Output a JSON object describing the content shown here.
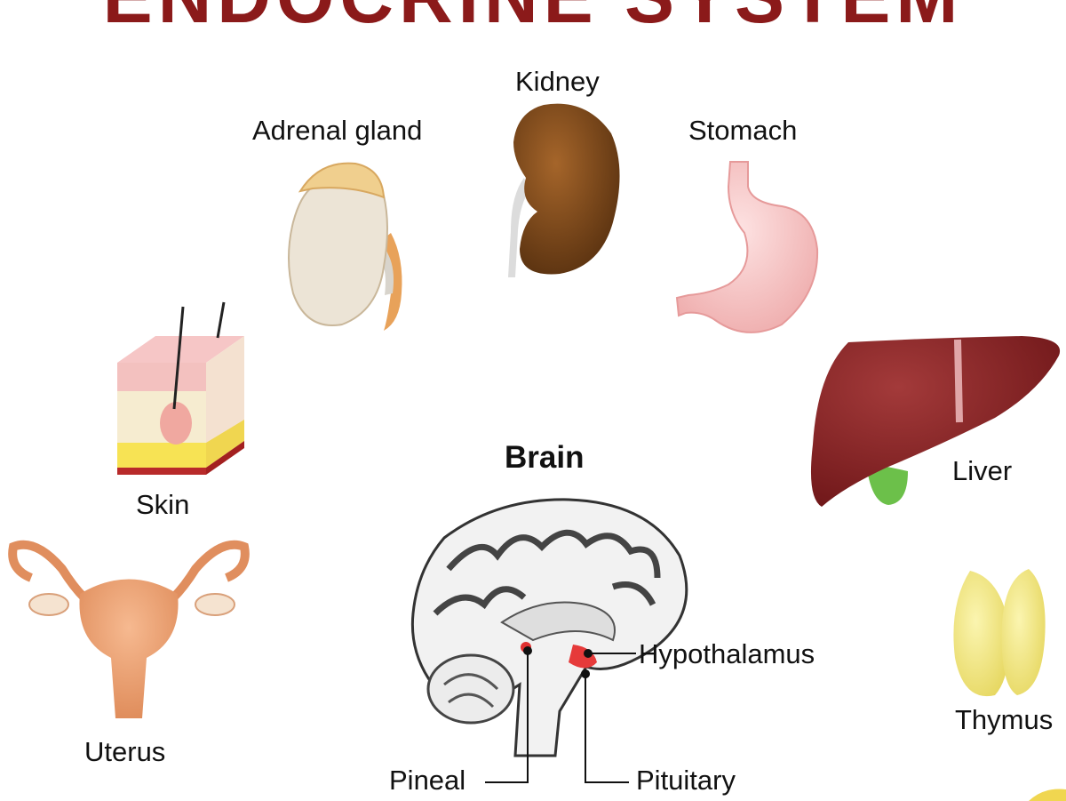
{
  "title": "ENDOCRINE SYSTEM",
  "labels": {
    "kidney": "Kidney",
    "adrenal_gland": "Adrenal gland",
    "stomach": "Stomach",
    "skin": "Skin",
    "liver": "Liver",
    "brain": "Brain",
    "uterus": "Uterus",
    "hypothalamus": "Hypothalamus",
    "thymus": "Thymus",
    "pineal": "Pineal",
    "pituitary": "Pituitary"
  }
}
